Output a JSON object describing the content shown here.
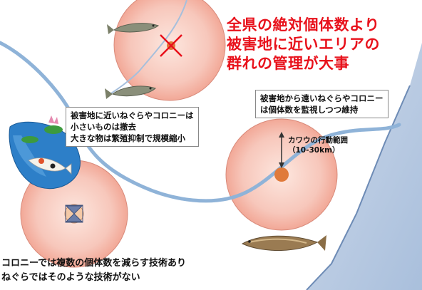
{
  "headline": [
    "全県の絶対個体数より",
    "被害地に近いエリアの",
    "群れの管理が大事"
  ],
  "near_box": [
    "被害地に近いねぐらやコロニーは",
    "小さいものは撤去",
    "大きな物は繁殖抑制で規模縮小"
  ],
  "far_box": [
    "被害地から遠いねぐらやコロニー",
    "は個体数を監視しつつ維持"
  ],
  "range_note": [
    "カワウの行動範囲",
    "（10-30km）"
  ],
  "bottom_text": [
    "コロニーでは複数の個体数を減らす技術あり",
    "ねぐらではそのような技術がない"
  ],
  "colors": {
    "headline": "#e8121c",
    "river": "#8fb3d8",
    "circle_fill": "#f7c2b5",
    "colony_marker": "#e07a3a",
    "x_mark": "#e8121c",
    "sea": "#b8cce4"
  },
  "icons": [
    "fish-icon",
    "pond-icon",
    "koi-icon",
    "lotus-icon",
    "trout-icon",
    "x-mark-icon",
    "hourglass-marker-icon",
    "colony-marker-icon",
    "range-arrow-icon"
  ]
}
